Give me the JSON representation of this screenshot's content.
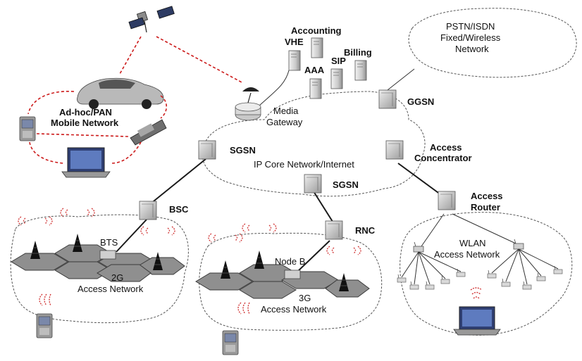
{
  "nodes": {
    "accounting": "Accounting",
    "vhe": "VHE",
    "billing": "Billing",
    "sip": "SIP",
    "aaa": "AAA",
    "pstn_line1": "PSTN/ISDN",
    "pstn_line2": "Fixed/Wireless",
    "pstn_line3": "Network",
    "ggsn": "GGSN",
    "media_gateway_line1": "Media",
    "media_gateway_line2": "Gateway",
    "adhoc_line1": "Ad-hoc/PAN",
    "adhoc_line2": "Mobile Network",
    "sgsn_top": "SGSN",
    "ip_core": "IP Core Network/Internet",
    "sgsn_mid": "SGSN",
    "access_concentrator_line1": "Access",
    "access_concentrator_line2": "Concentrator",
    "access_router_line1": "Access",
    "access_router_line2": "Router",
    "bsc": "BSC",
    "rnc": "RNC",
    "bts": "BTS",
    "node_b": "Node B",
    "access_2g_line1": "2G",
    "access_2g_line2": "Access Network",
    "access_3g_line1": "3G",
    "access_3g_line2": "Access Network",
    "wlan_line1": "WLAN",
    "wlan_line2": "Access Network"
  }
}
